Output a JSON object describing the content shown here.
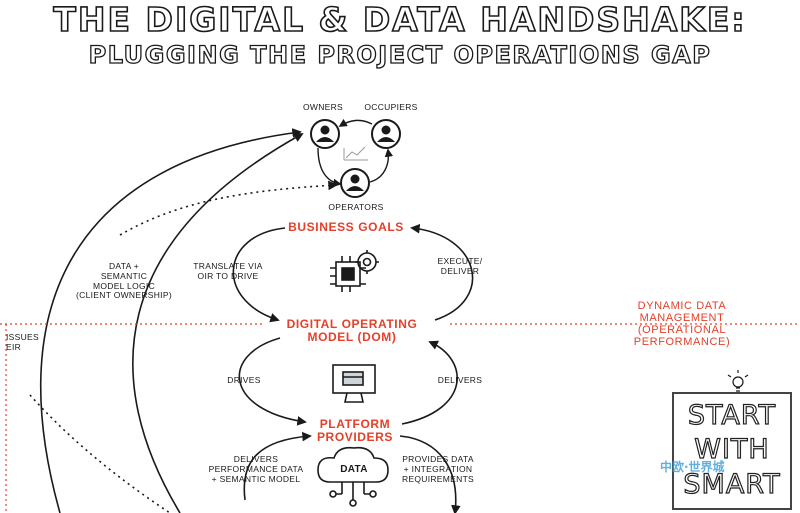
{
  "title": {
    "line1": "THE DIGITAL & DATA HANDSHAKE:",
    "line2": "PLUGGING THE PROJECT OPERATIONS GAP"
  },
  "stakeholders": {
    "owners": "OWNERS",
    "occupiers": "OCCUPIERS",
    "operators": "OPERATORS"
  },
  "nodes": {
    "business_goals": "BUSINESS GOALS",
    "dom": "DIGITAL OPERATING\nMODEL (DOM)",
    "platform_providers": "PLATFORM\nPROVIDERS",
    "data_icon_text": "DATA"
  },
  "edge_labels": {
    "translate": "TRANSLATE VIA\nOIR TO DRIVE",
    "execute": "EXECUTE/\nDELIVER",
    "drives": "DRIVES",
    "delivers": "DELIVERS",
    "data_semantic": "DATA +\nSEMANTIC\nMODEL LOGIC\n(CLIENT OWNERSHIP)",
    "issues_eir": "ISSUES\nEIR",
    "delivers_performance": "DELIVERS\nPERFORMANCE DATA\n+ SEMANTIC MODEL",
    "provides_data": "PROVIDES DATA\n+ INTEGRATION\nREQUIREMENTS"
  },
  "dynamic_data": "DYNAMIC DATA\nMANAGEMENT\n(OPERATIONAL\nPERFORMANCE)",
  "start_with_smart": {
    "line1": "START",
    "line2": "WITH",
    "line3": "SMART"
  },
  "watermark": "中欧·世界城",
  "colors": {
    "accent_red": "#e4402a",
    "ink": "#1a1a1a",
    "watermark": "#3a9bd9"
  }
}
